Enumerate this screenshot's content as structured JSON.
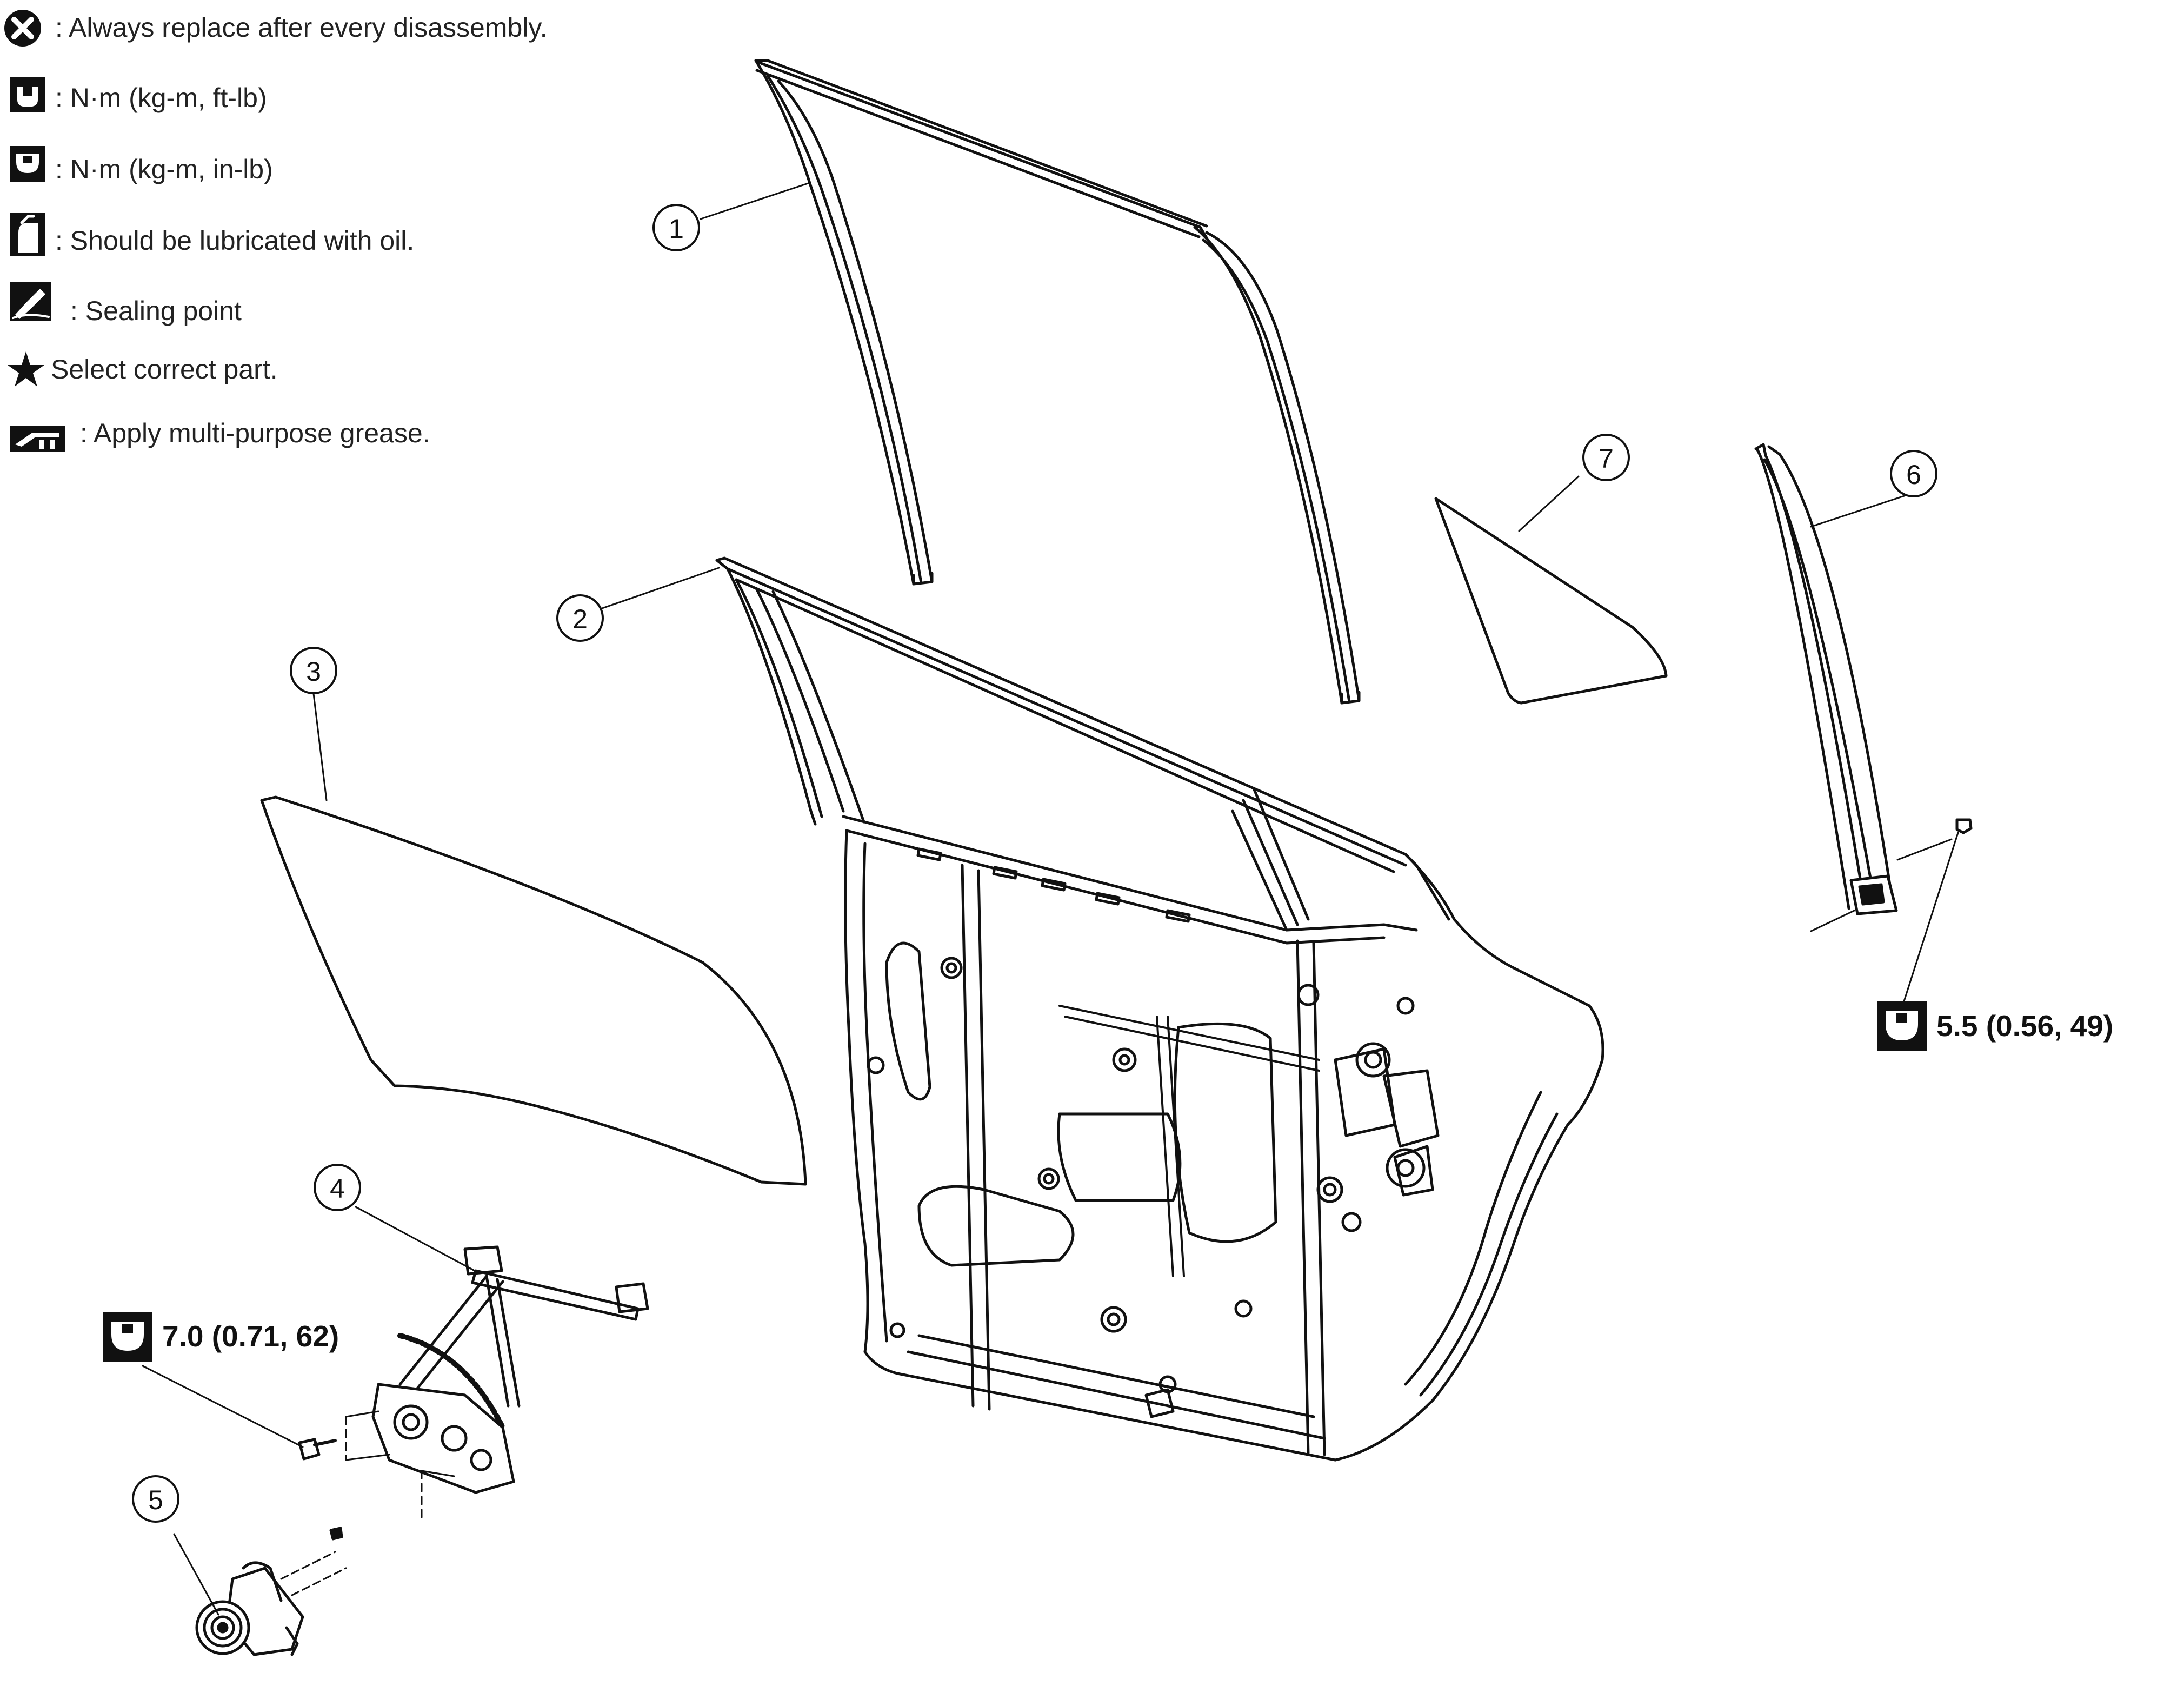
{
  "legend": {
    "items": [
      {
        "icon": "always-replace-icon",
        "text": ": Always replace after every disassembly."
      },
      {
        "icon": "torque-ft-lb-icon",
        "text": ": N·m (kg-m, ft-lb)"
      },
      {
        "icon": "torque-in-lb-icon",
        "text": ": N·m (kg-m, in-lb)"
      },
      {
        "icon": "oil-can-icon",
        "text": ": Should be lubricated with oil."
      },
      {
        "icon": "sealing-point-icon",
        "text": ": Sealing point"
      },
      {
        "icon": "star-icon",
        "text": "Select correct part."
      },
      {
        "icon": "grease-icon",
        "text": ": Apply multi-purpose grease."
      }
    ]
  },
  "callouts": {
    "c1": "1",
    "c2": "2",
    "c3": "3",
    "c4": "4",
    "c5": "5",
    "c6": "6",
    "c7": "7"
  },
  "torque": {
    "regulator_bolt": "7.0 (0.71, 62)",
    "sash_bolt": "5.5 (0.56, 49)"
  },
  "colors": {
    "line": "#111111",
    "background": "#ffffff"
  }
}
